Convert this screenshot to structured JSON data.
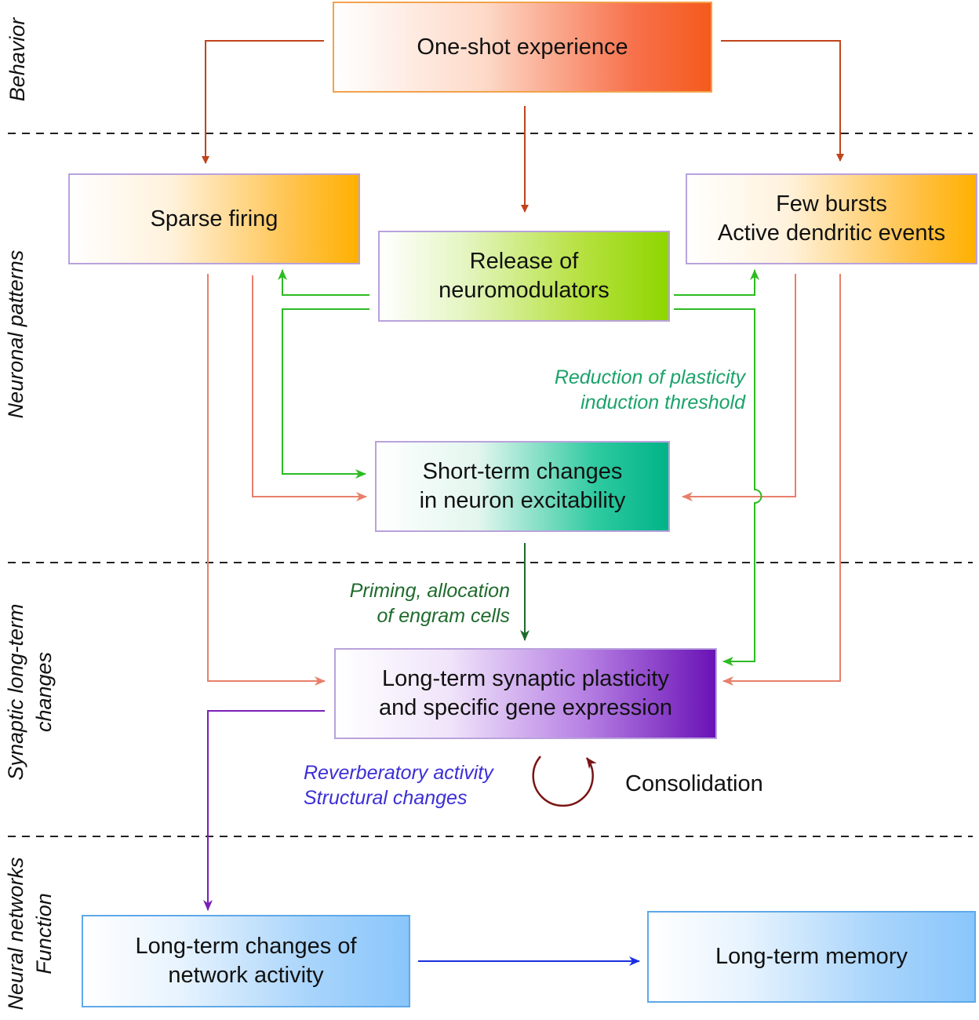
{
  "sections": [
    {
      "id": "behavior",
      "label": "Behavior"
    },
    {
      "id": "neuronal",
      "label": "Neuronal patterns"
    },
    {
      "id": "synaptic",
      "label": "Synaptic long-term\nchanges"
    },
    {
      "id": "network",
      "label": "Neural networks\nFunction"
    }
  ],
  "nodes": {
    "one_shot": "One-shot experience",
    "sparse": "Sparse firing",
    "bursts": "Few bursts\nActive dendritic events",
    "neuromod": "Release of\nneuromodulators",
    "short_term": "Short-term changes\nin neuron excitability",
    "ltp": "Long-term synaptic plasticity\nand specific gene expression",
    "network_changes": "Long-term changes of\nnetwork activity",
    "memory": "Long-term memory"
  },
  "annotations": {
    "reduction": "Reduction of plasticity\ninduction threshold",
    "priming": "Priming, allocation\nof engram cells",
    "reverberatory": "Reverberatory activity\nStructural changes",
    "consolidation": "Consolidation"
  },
  "colors": {
    "orange_red": "#c0441c",
    "salmon": "#e8806a",
    "green": "#2dbb22",
    "dark_green": "#1f6b2c",
    "purple": "#7a1fb5",
    "blue": "#1a2fe0",
    "maroon": "#7a1414",
    "teal_text": "#1aa36a",
    "violet_text": "#3c2fd6"
  }
}
